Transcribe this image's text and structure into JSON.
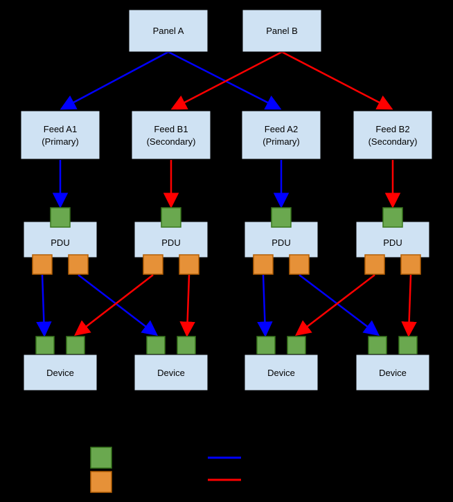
{
  "diagram": {
    "panels": [
      {
        "label": "Panel A"
      },
      {
        "label": "Panel B"
      }
    ],
    "feeds": [
      {
        "line1": "Feed A1",
        "line2": "(Primary)"
      },
      {
        "line1": "Feed B1",
        "line2": "(Secondary)"
      },
      {
        "line1": "Feed A2",
        "line2": "(Primary)"
      },
      {
        "line1": "Feed B2",
        "line2": "(Secondary)"
      }
    ],
    "pdus": [
      {
        "label": "PDU"
      },
      {
        "label": "PDU"
      },
      {
        "label": "PDU"
      },
      {
        "label": "PDU"
      }
    ],
    "devices": [
      {
        "label": "Device"
      },
      {
        "label": "Device"
      },
      {
        "label": "Device"
      },
      {
        "label": "Device"
      }
    ],
    "colors": {
      "background": "#000000",
      "node_fill": "#cfe2f3",
      "node_border": "#000000",
      "input_port_fill": "#6aa84f",
      "input_port_border": "#38761d",
      "output_port_fill": "#e69138",
      "output_port_border": "#b45f06",
      "primary_path": "#0000ff",
      "secondary_path": "#ff0000"
    },
    "legend": {
      "swatches": [
        {
          "name": "input-port-swatch",
          "color": "#6aa84f"
        },
        {
          "name": "output-port-swatch",
          "color": "#e69138"
        }
      ],
      "lines": [
        {
          "name": "primary-path-line",
          "color": "#0000ff"
        },
        {
          "name": "secondary-path-line",
          "color": "#ff0000"
        }
      ]
    }
  }
}
